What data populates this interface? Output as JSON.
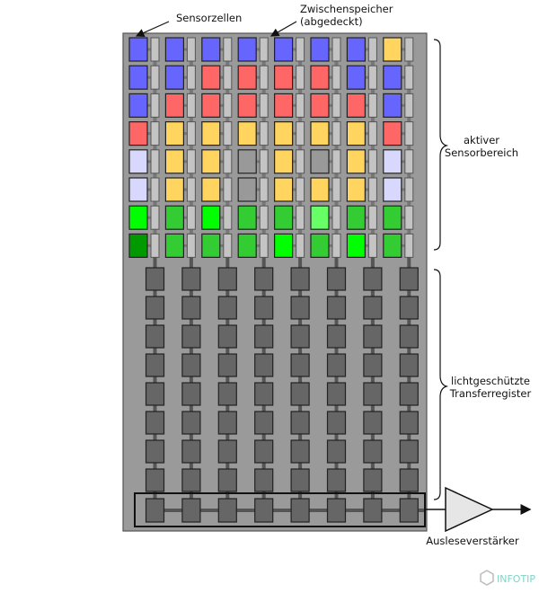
{
  "labels": {
    "sensor_cells": "Sensorzellen",
    "buffer_line1": "Zwischenspeicher",
    "buffer_line2": "(abgedeckt)",
    "active_line1": "aktiver",
    "active_line2": "Sensorbereich",
    "transfer_line1": "lichtgeschützte",
    "transfer_line2": "Transferregister",
    "amplifier": "Ausleseverstärker"
  },
  "watermark": {
    "text": "INFOTIP",
    "icon": "hexagon-c-logo-icon"
  },
  "colors": {
    "B": "#6666ff",
    "R": "#ff6666",
    "Y": "#ffd45f",
    "L": "#d8d8ff",
    "G": "#999999",
    "g1": "#00ff00",
    "g2": "#33cc33",
    "g3": "#66ff66",
    "g4": "#009900",
    "panel": "#9a9a9a",
    "buffer": "#c4c4c4",
    "register": "#666666",
    "amplifier": "#e6e6e6"
  },
  "sensor_grid": [
    [
      "B",
      "B",
      "B",
      "B",
      "B",
      "B",
      "B",
      "Y"
    ],
    [
      "B",
      "B",
      "R",
      "R",
      "R",
      "R",
      "B",
      "B"
    ],
    [
      "B",
      "R",
      "R",
      "R",
      "R",
      "R",
      "R",
      "B"
    ],
    [
      "R",
      "Y",
      "Y",
      "Y",
      "Y",
      "Y",
      "Y",
      "R"
    ],
    [
      "L",
      "Y",
      "Y",
      "G",
      "Y",
      "G",
      "Y",
      "L"
    ],
    [
      "L",
      "Y",
      "Y",
      "G",
      "Y",
      "Y",
      "Y",
      "L"
    ],
    [
      "g1",
      "g2",
      "g1",
      "g2",
      "g2",
      "g3",
      "g2",
      "g2"
    ],
    [
      "g4",
      "g2",
      "g2",
      "g2",
      "g1",
      "g2",
      "g1",
      "g2"
    ]
  ],
  "transfer_rows": 8,
  "columns": 8
}
